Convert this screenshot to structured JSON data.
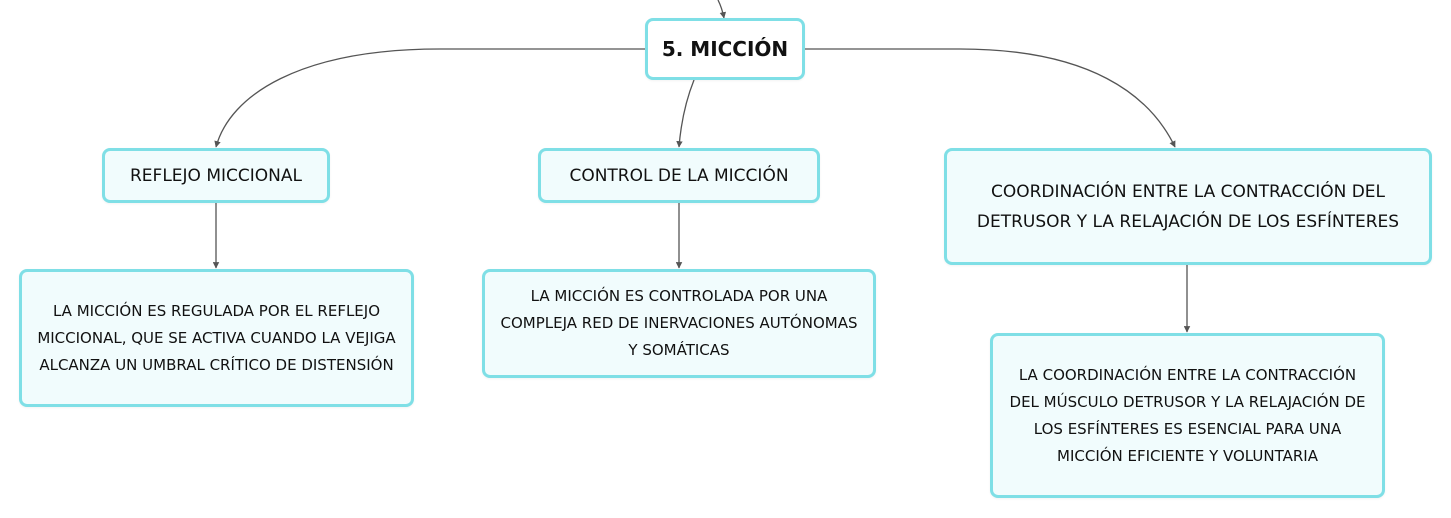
{
  "root": {
    "label": "5. MICCIÓN"
  },
  "topics": [
    {
      "label": "REFLEJO MICCIONAL",
      "detail": "LA MICCIÓN ES REGULADA POR EL REFLEJO MICCIONAL, QUE SE ACTIVA CUANDO LA VEJIGA ALCANZA UN UMBRAL CRÍTICO DE DISTENSIÓN"
    },
    {
      "label": "CONTROL DE LA MICCIÓN",
      "detail": "LA MICCIÓN ES CONTROLADA POR UNA COMPLEJA RED DE INERVACIONES AUTÓNOMAS Y SOMÁTICAS"
    },
    {
      "label": "COORDINACIÓN ENTRE LA CONTRACCIÓN DEL DETRUSOR Y LA RELAJACIÓN DE LOS ESFÍNTERES",
      "detail": "LA COORDINACIÓN ENTRE LA CONTRACCIÓN DEL MÚSCULO DETRUSOR Y LA RELAJACIÓN DE LOS ESFÍNTERES ES ESENCIAL PARA UNA MICCIÓN EFICIENTE Y VOLUNTARIA"
    }
  ],
  "colors": {
    "node_border": "#7fdfe6",
    "node_fill": "#f1fcfd",
    "connector": "#555555",
    "text": "#111111"
  }
}
